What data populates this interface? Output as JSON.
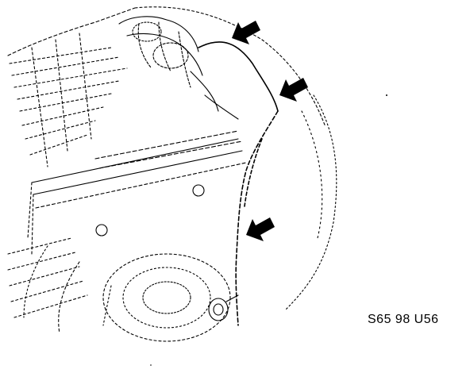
{
  "figure": {
    "code": "S65 98 U56",
    "subject": "engine-bay-line-drawing",
    "callouts": [
      {
        "name": "arrow-upper-left"
      },
      {
        "name": "arrow-upper-right"
      },
      {
        "name": "arrow-lower"
      }
    ]
  },
  "colors": {
    "ink": "#000000",
    "paper": "#ffffff"
  }
}
